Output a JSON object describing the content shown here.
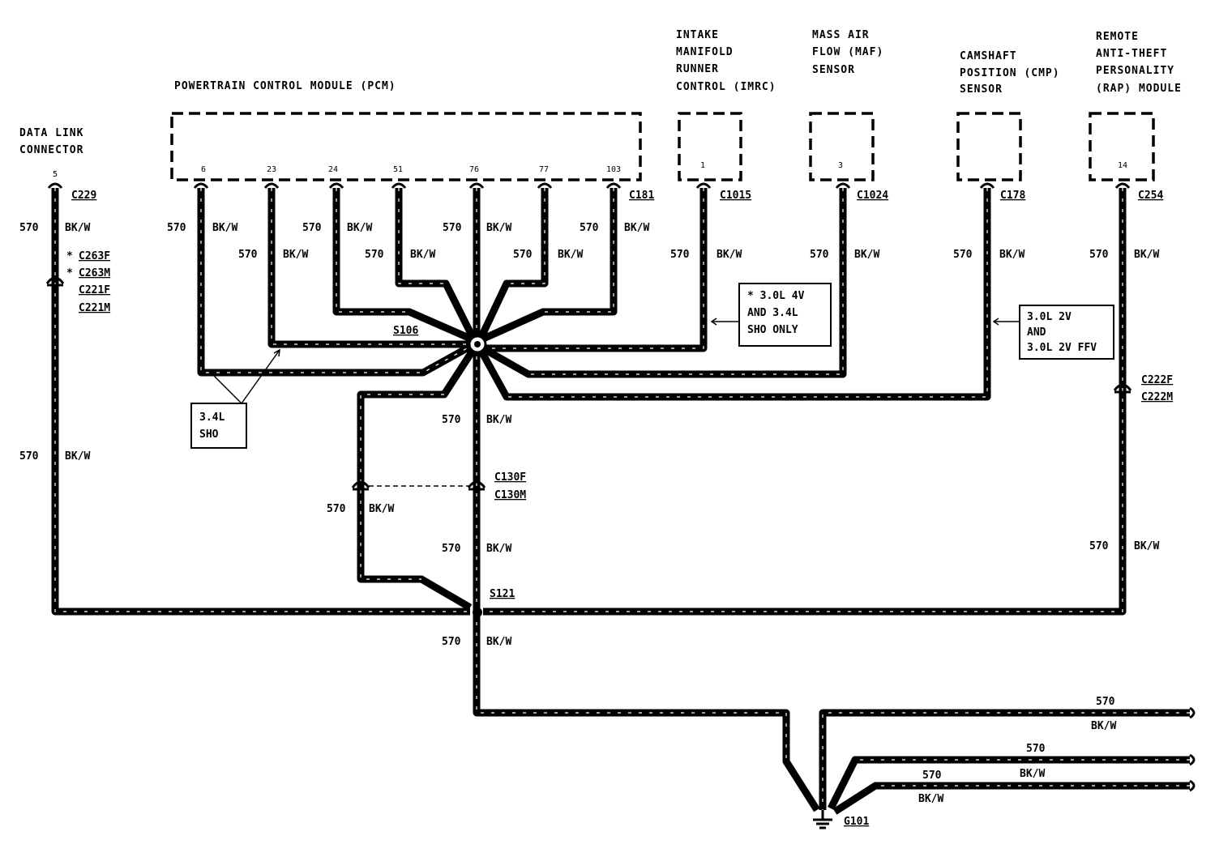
{
  "components": {
    "dlc_title_1": "DATA LINK",
    "dlc_title_2": "CONNECTOR",
    "dlc_pin": "5",
    "pcm_title": "POWERTRAIN CONTROL MODULE (PCM)",
    "pcm_pins": [
      "6",
      "23",
      "24",
      "51",
      "76",
      "77",
      "103"
    ],
    "imrc_title": [
      "INTAKE",
      "MANIFOLD",
      "RUNNER",
      "CONTROL (IMRC)"
    ],
    "imrc_pin": "1",
    "maf_title": [
      "MASS AIR",
      "FLOW (MAF)",
      "SENSOR"
    ],
    "maf_pin": "3",
    "cmp_title": [
      "CAMSHAFT",
      "POSITION (CMP)",
      "SENSOR"
    ],
    "rap_title": [
      "REMOTE",
      "ANTI-THEFT",
      "PERSONALITY",
      "(RAP) MODULE"
    ],
    "rap_pin": "14"
  },
  "connectors": {
    "c229": "C229",
    "c263f": "C263F",
    "c263m": "C263M",
    "c221f": "C221F",
    "c221m": "C221M",
    "c181": "C181",
    "c1015": "C1015",
    "c1024": "C1024",
    "c178": "C178",
    "c254": "C254",
    "c222f": "C222F",
    "c222m": "C222M",
    "c130f": "C130F",
    "c130m": "C130M",
    "s106": "S106",
    "s121": "S121",
    "g101": "G101"
  },
  "wire": {
    "circuit": "570",
    "color": "BK/W"
  },
  "notes": {
    "asterisk": "*",
    "sho_note": [
      "3.4L",
      "SHO"
    ],
    "ecu_note": [
      "* 3.0L 4V",
      "AND 3.4L",
      "SHO ONLY"
    ],
    "ffv_note": [
      "3.0L 2V",
      "AND",
      "3.0L 2V FFV"
    ]
  }
}
